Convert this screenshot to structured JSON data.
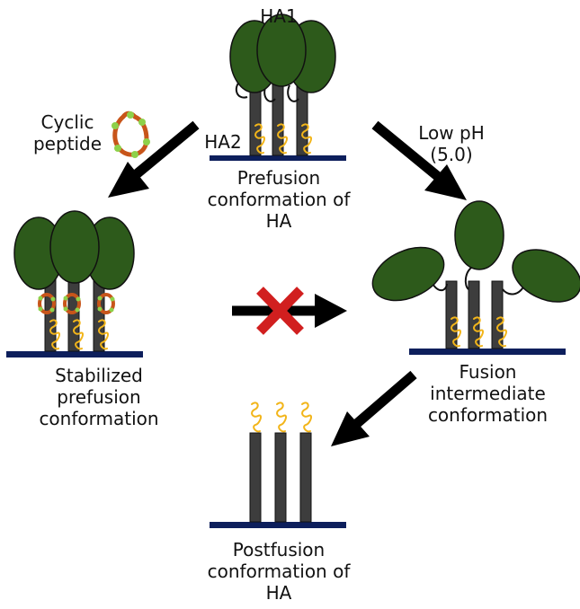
{
  "labels": {
    "ha1": "HA1",
    "ha2": "HA2",
    "cyclic_peptide": "Cyclic\npeptide",
    "low_ph": "Low pH\n(5.0)",
    "prefusion": "Prefusion\nconformation of\nHA",
    "stabilized": "Stabilized\nprefusion\nconformation",
    "fusion_intermediate": "Fusion\nintermediate\nconformation",
    "postfusion": "Postfusion\nconformation of\nHA"
  },
  "colors": {
    "ha1_head": "#2d5a1b",
    "stalk": "#3d3d3d",
    "membrane": "#0d1f5c",
    "helix": "#f2b51a",
    "peptide_ring": "#c8551a",
    "peptide_bead": "#8ed14a",
    "arrow": "#000000",
    "block_x": "#d11f1f"
  },
  "icons": {
    "transition_arrows": "arrow-icon",
    "blocked": "red-x-icon"
  }
}
